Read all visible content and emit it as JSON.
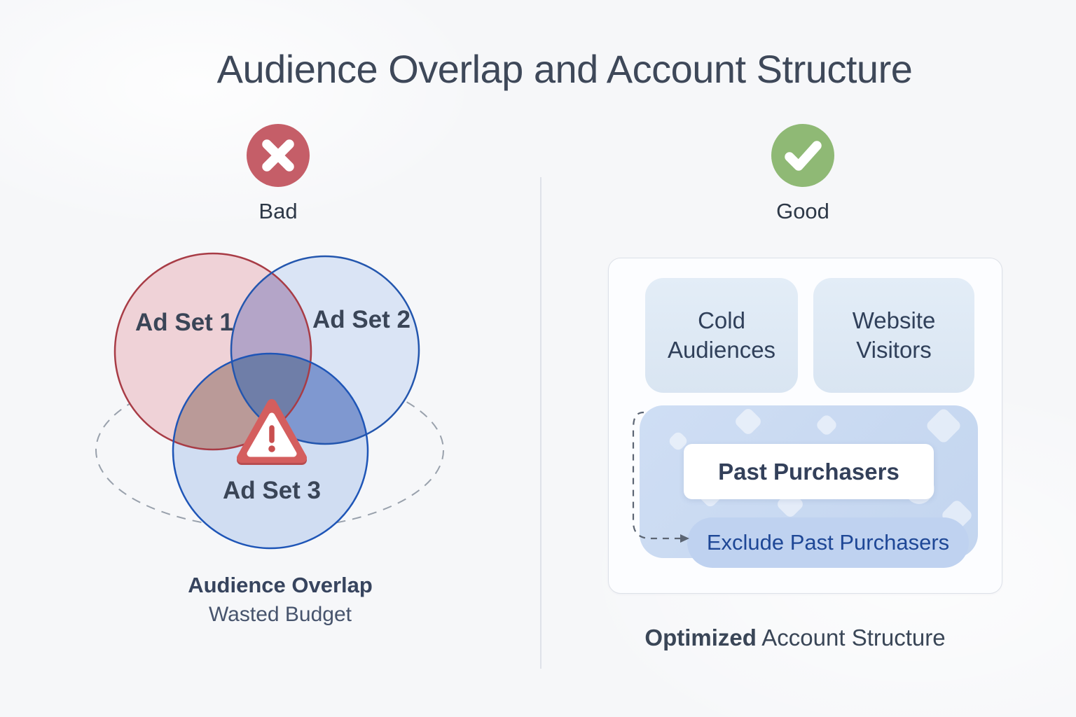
{
  "title": "Audience Overlap and Account Structure",
  "bad_section": {
    "label": "Bad",
    "venn": {
      "set1": "Ad Set 1",
      "set2": "Ad Set 2",
      "set3": "Ad Set 3"
    },
    "caption_title": "Audience Overlap",
    "caption_subtitle": "Wasted Budget"
  },
  "good_section": {
    "label": "Good",
    "boxes": {
      "cold": "Cold Audiences",
      "website": "Website Visitors",
      "past": "Past Purchasers",
      "exclude": "Exclude Past Purchasers"
    },
    "caption_bold": "Optimized",
    "caption_rest": "Account Structure"
  },
  "icons": {
    "bad": "x-circle-icon",
    "good": "check-circle-icon",
    "warning": "warning-triangle-icon"
  },
  "colors": {
    "bad_red": "#c55e68",
    "good_green": "#8fb975",
    "warning_red": "#d45e5e",
    "set1_fill": "#efd2d7",
    "set1_stroke": "#a83c46",
    "set2_fill": "#dae4f5",
    "set3_fill": "#d0ddf2",
    "blue_stroke": "#2356ae",
    "overlap_blue": "#7f98d0",
    "overlap_center": "#6f7ea8",
    "card_blue_region": "#c9d9f1",
    "pill_blue": "#bfd2f0",
    "pill_text": "#1e4796",
    "text_dark": "#3a4557",
    "background": "#f6f7f9"
  }
}
